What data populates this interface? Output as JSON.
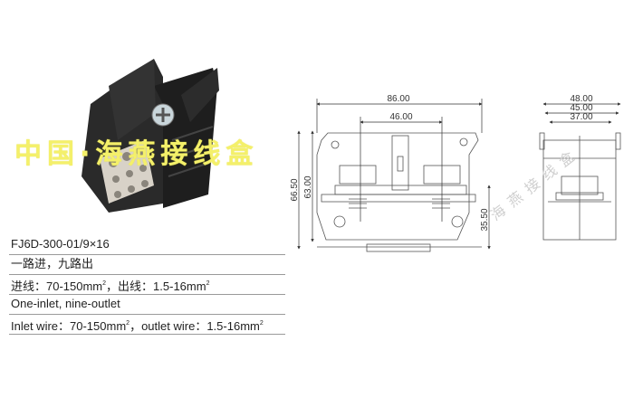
{
  "watermark": {
    "text": "中国·海燕接线盒",
    "color": "#f4f06a"
  },
  "diagram_watermark": "海燕接线盒",
  "specs": {
    "model": "FJ6D-300-01/9×16",
    "cn_description": "一路进，九路出",
    "cn_wire_prefix": "进线：70-150mm",
    "cn_wire_mid": "，出线：1.5-16mm",
    "en_description": "One-inlet, nine-outlet",
    "en_wire_prefix": "Inlet wire：70-150mm",
    "en_wire_mid": "，outlet wire：1.5-16mm",
    "sup": "2"
  },
  "front_view": {
    "width_outer": "86.00",
    "width_inner": "46.00",
    "height_total": "66.50",
    "height_body": "63.00",
    "height_rail": "35.50"
  },
  "side_view": {
    "width_48": "48.00",
    "width_45": "45.00",
    "width_37": "37.00"
  }
}
